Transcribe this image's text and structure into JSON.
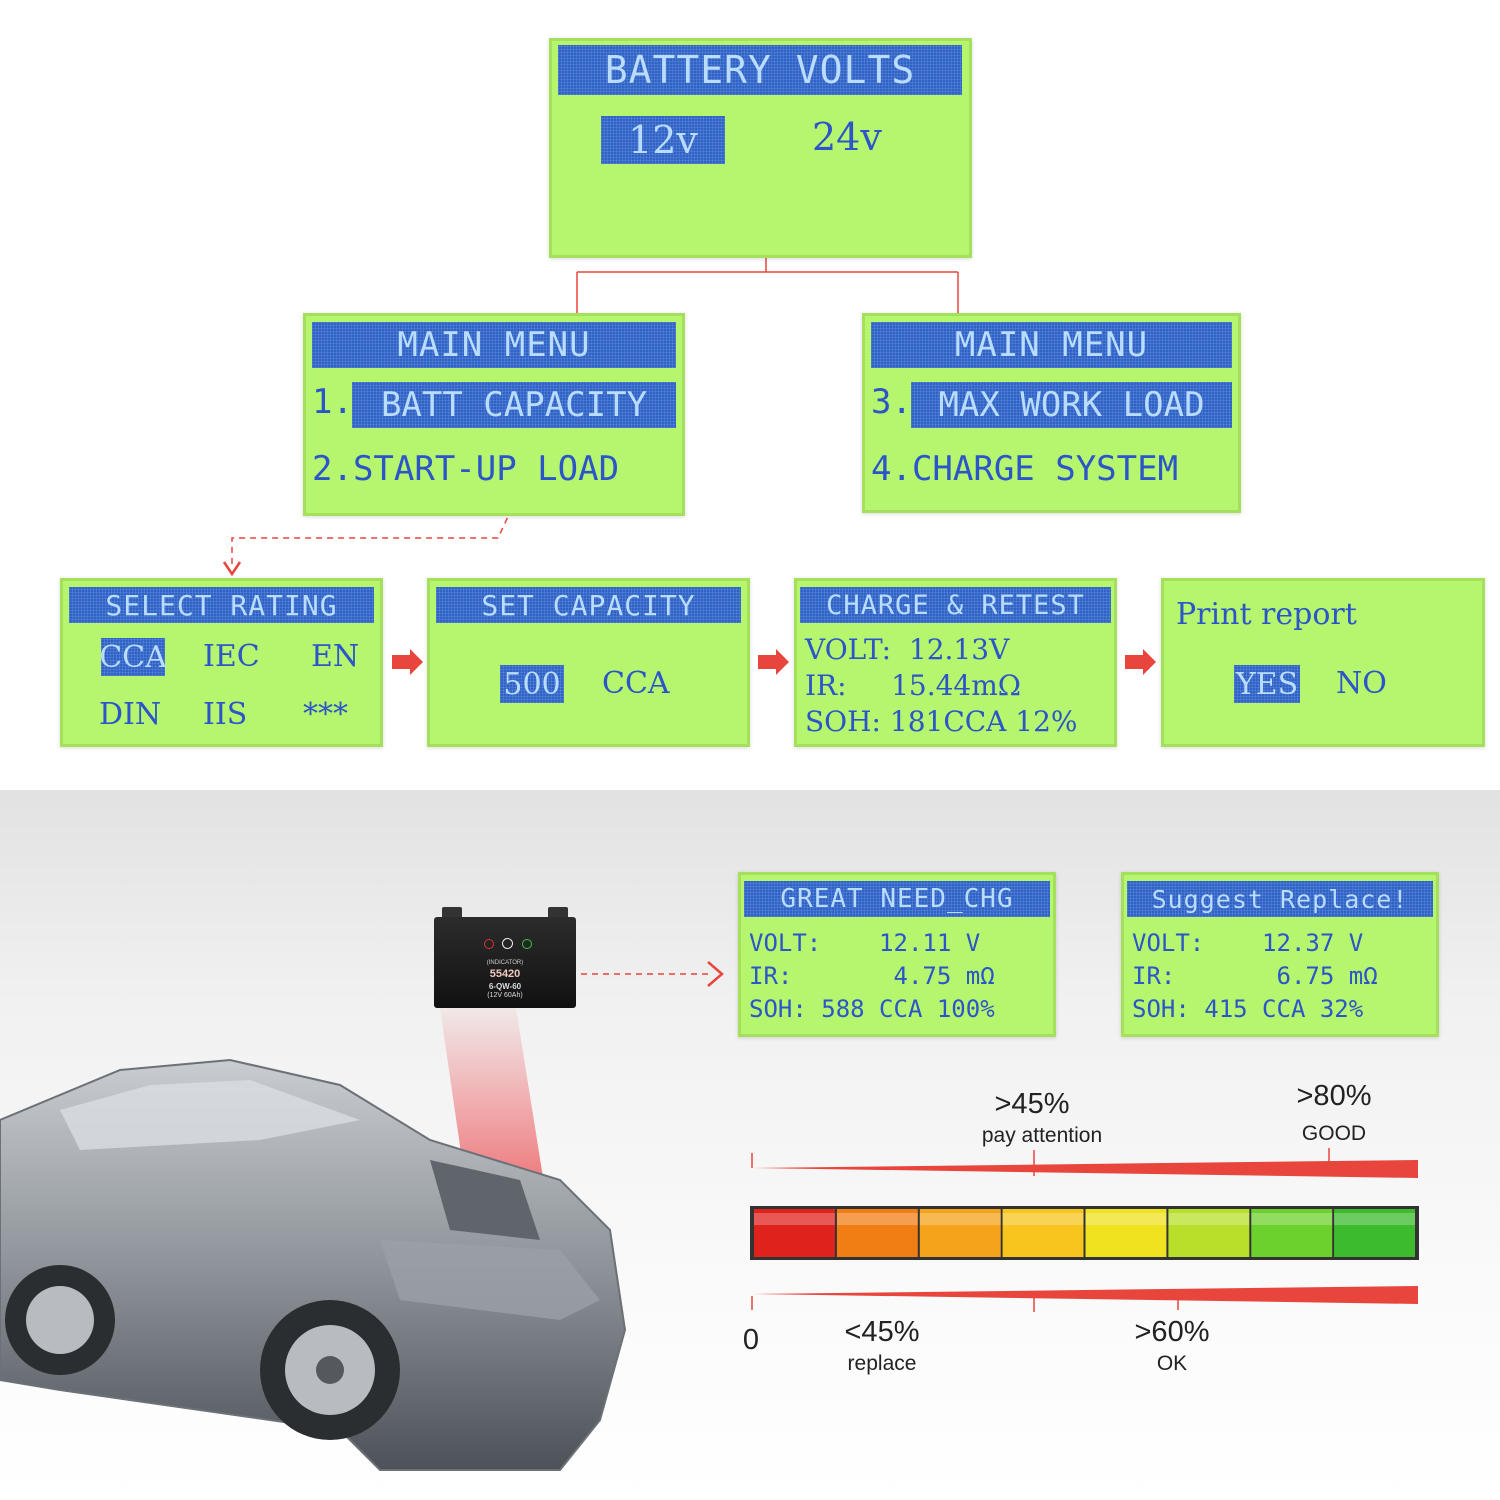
{
  "battery_volts": {
    "title": "BATTERY VOLTS",
    "option_selected": "12v",
    "option_other": "24v"
  },
  "menu_left": {
    "title": "MAIN MENU",
    "item1": "1.",
    "item1_label": "BATT CAPACITY",
    "item2": "2.START-UP LOAD"
  },
  "menu_right": {
    "title": "MAIN MENU",
    "item3": "3.",
    "item3_label": "MAX WORK LOAD",
    "item4": "4.CHARGE SYSTEM"
  },
  "select_rating": {
    "title": "SELECT RATING",
    "opt_selected": "CCA",
    "opt2": "IEC",
    "opt3": "EN",
    "opt4": "DIN",
    "opt5": "IIS",
    "opt6": "***"
  },
  "set_capacity": {
    "title": "SET CAPACITY",
    "value": "500",
    "unit": "CCA"
  },
  "charge_retest": {
    "title": "CHARGE & RETEST",
    "line1": "VOLT:  12.13V",
    "line2": "IR:     15.44mΩ",
    "line3": "SOH: 181CCA 12%"
  },
  "print_report": {
    "title": "Print report",
    "yes": "YES",
    "no": "NO"
  },
  "result_good": {
    "title": "GREAT NEED_CHG",
    "line1": "VOLT:    12.11 V",
    "line2": "IR:       4.75 mΩ",
    "line3": "SOH: 588 CCA 100%"
  },
  "result_replace": {
    "title": "Suggest Replace!",
    "line1": "VOLT:    12.37 V",
    "line2": "IR:       6.75 mΩ",
    "line3": "SOH: 415 CCA 32%"
  },
  "battery_label": {
    "indicator": "(INDICATOR)",
    "model": "55420",
    "type": "6-QW-60",
    "spec": "(12V 60Ah)"
  },
  "scale": {
    "top_labels": [
      {
        "value": ">45%",
        "text": "pay attention"
      },
      {
        "value": ">80%",
        "text": "GOOD"
      }
    ],
    "bottom_labels": [
      {
        "value": "0",
        "text": ""
      },
      {
        "value": "<45%",
        "text": "replace"
      },
      {
        "value": ">60%",
        "text": "OK"
      }
    ],
    "segment_colors": [
      "#e0221c",
      "#f07e14",
      "#f5a31a",
      "#f7c51e",
      "#efe21e",
      "#b8e02a",
      "#6cd12c",
      "#3cbb2c"
    ],
    "accent": "#e8453c"
  }
}
